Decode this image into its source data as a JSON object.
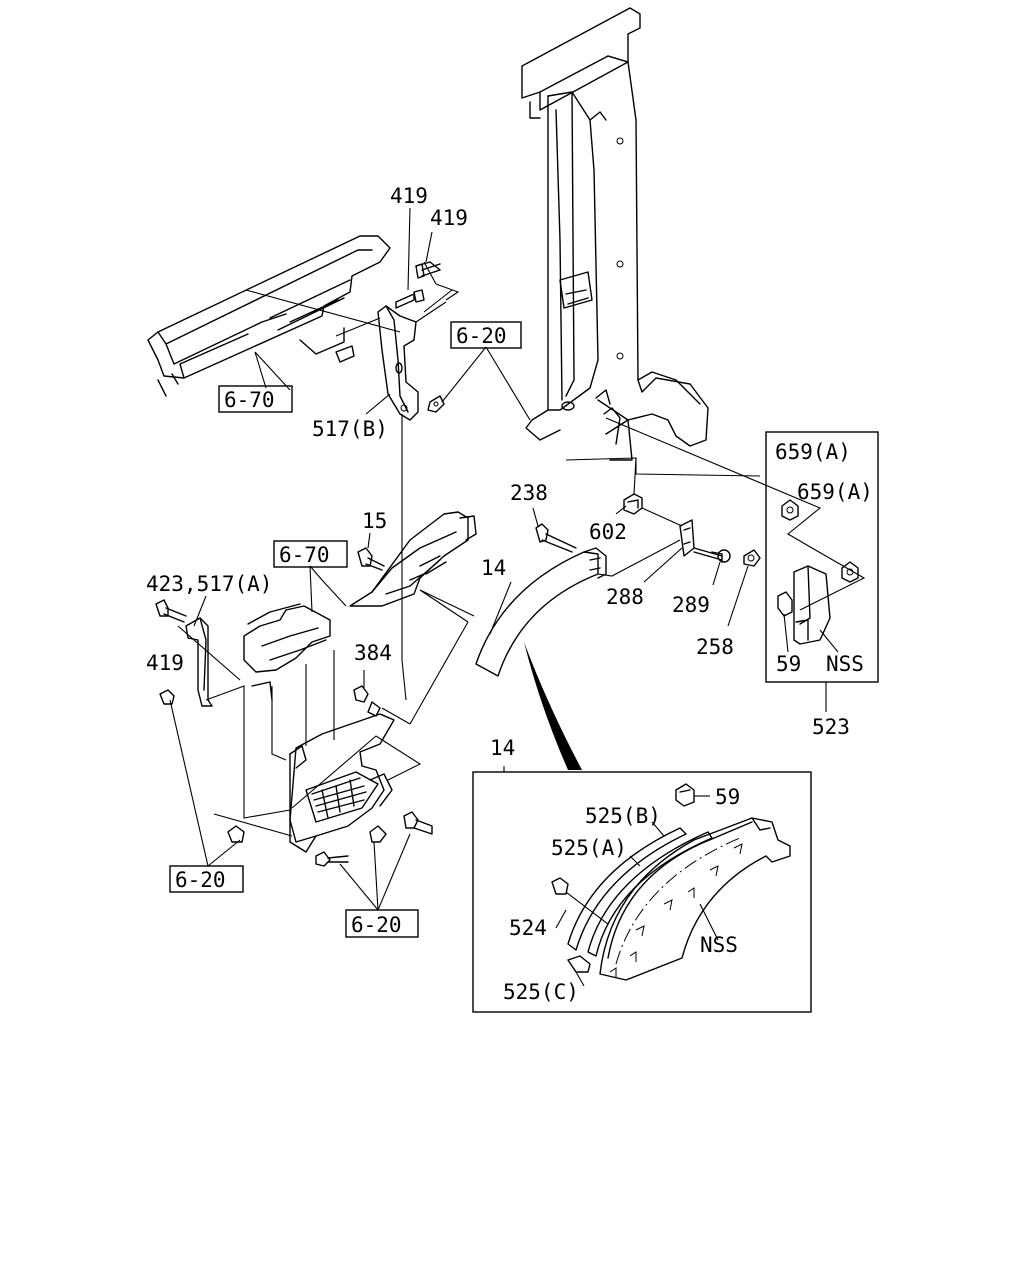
{
  "labels": {
    "l419a": "419",
    "l419b": "419",
    "l620a": "6-20",
    "l670a": "6-70",
    "l517b": "517(B)",
    "l659a1": "659(A)",
    "l659a2": "659(A)",
    "l238": "238",
    "l602": "602",
    "l15": "15",
    "l14a": "14",
    "l670b": "6-70",
    "l423": "423,517(A)",
    "l288": "288",
    "l289": "289",
    "l258": "258",
    "l419c": "419",
    "l384": "384",
    "l59a": "59",
    "lnss1": "NSS",
    "l523": "523",
    "l14b": "14",
    "l59b": "59",
    "l525b": "525(B)",
    "l525a": "525(A)",
    "l620b": "6-20",
    "l524": "524",
    "lnss2": "NSS",
    "l620c": "6-20",
    "l525c": "525(C)"
  }
}
